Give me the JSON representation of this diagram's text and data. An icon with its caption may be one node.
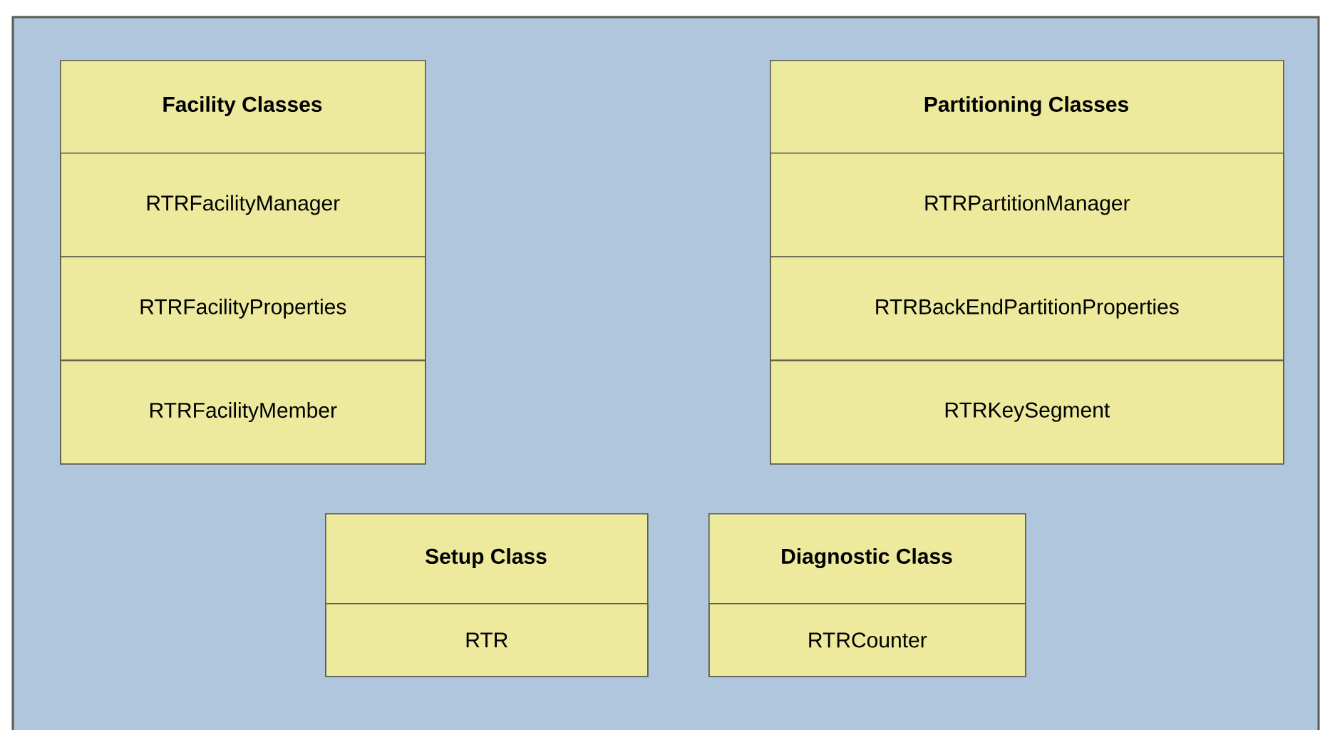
{
  "diagram": {
    "nodes": [
      {
        "text": [
          "Facility Classes"
        ]
      },
      {
        "text": [
          "RTRFacilityManager"
        ],
        "in": 0
      },
      {
        "text": [
          "RTRFacilityProperties"
        ],
        "in": 0
      },
      {
        "text": [
          "RTRFacilityMember"
        ],
        "in": 0
      },
      {
        "text": [
          "Partitioning Classes"
        ]
      },
      {
        "text": [
          "RTRPartitionManager"
        ],
        "in": 4
      },
      {
        "text": [
          "RTRBackEndPartitionProperties"
        ],
        "in": 4
      },
      {
        "text": [
          "RTRKeySegment"
        ],
        "in": 4
      },
      {
        "text": [
          "Setup Class"
        ]
      },
      {
        "text": [
          "RTR"
        ],
        "in": 8
      },
      {
        "text": [
          "Diagnostic Class"
        ]
      },
      {
        "text": [
          "RTRCounter"
        ],
        "in": 10
      }
    ]
  }
}
